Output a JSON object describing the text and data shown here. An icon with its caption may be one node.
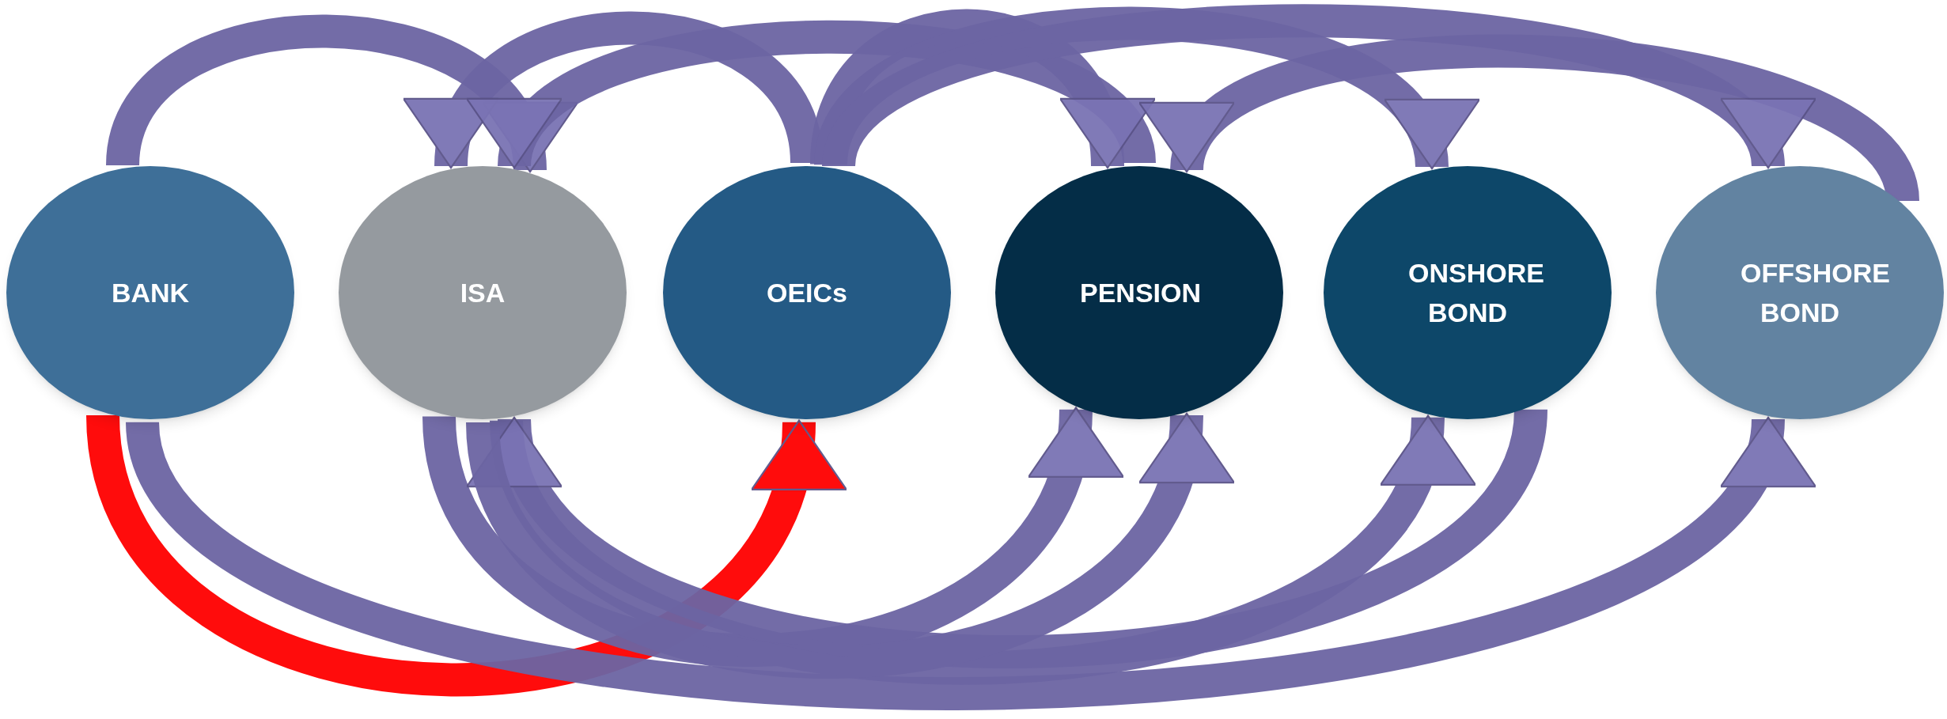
{
  "diagram": {
    "nodes": [
      {
        "text": [
          "BANK"
        ]
      },
      {
        "text": [
          "ISA"
        ]
      },
      {
        "text": [
          "OEICs"
        ]
      },
      {
        "text": [
          "PENSION"
        ]
      },
      {
        "text": [
          "ONSHORE BOND"
        ]
      },
      {
        "text": [
          "OFFSHORE BOND"
        ]
      }
    ],
    "edges": [
      {
        "from": 0,
        "to": 1,
        "arrow": "to"
      },
      {
        "from": 2,
        "to": 1,
        "arrow": "to"
      },
      {
        "from": 3,
        "to": 1,
        "arrow": "to"
      },
      {
        "from": 2,
        "to": 3,
        "arrow": "to"
      },
      {
        "from": 5,
        "to": 3,
        "arrow": "to"
      },
      {
        "from": 2,
        "to": 4,
        "arrow": "to"
      },
      {
        "from": 2,
        "to": 5,
        "arrow": "to"
      },
      {
        "from": 0,
        "to": 2,
        "arrow": "to",
        "color": "#ff0000"
      },
      {
        "from": 0,
        "to": 5,
        "arrow": "to"
      },
      {
        "from": 1,
        "to": 3,
        "arrow": "to"
      },
      {
        "from": 1,
        "to": 4,
        "arrow": "to"
      },
      {
        "from": 4,
        "to": 1,
        "arrow": "to"
      },
      {
        "from": 1,
        "to": 3,
        "arrow": "to"
      }
    ]
  }
}
